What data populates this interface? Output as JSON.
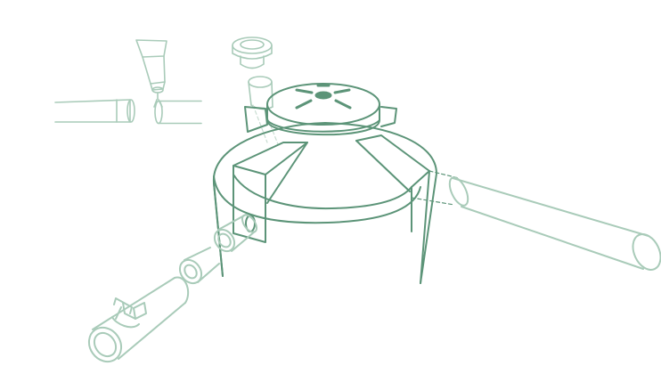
{
  "diagram": {
    "kind": "exploded assembly line illustration",
    "colors": {
      "primary": "#5c9478",
      "faded": "#a9cbb9",
      "background": "#ffffff"
    },
    "parts": [
      {
        "name": "central-hub-body"
      },
      {
        "name": "top-cap"
      },
      {
        "name": "mounting-bracket"
      },
      {
        "name": "right-tube"
      },
      {
        "name": "lower-left-tube-assembly"
      },
      {
        "name": "upper-left-tube-assembly"
      },
      {
        "name": "glue-nozzle"
      },
      {
        "name": "grommet"
      }
    ]
  }
}
